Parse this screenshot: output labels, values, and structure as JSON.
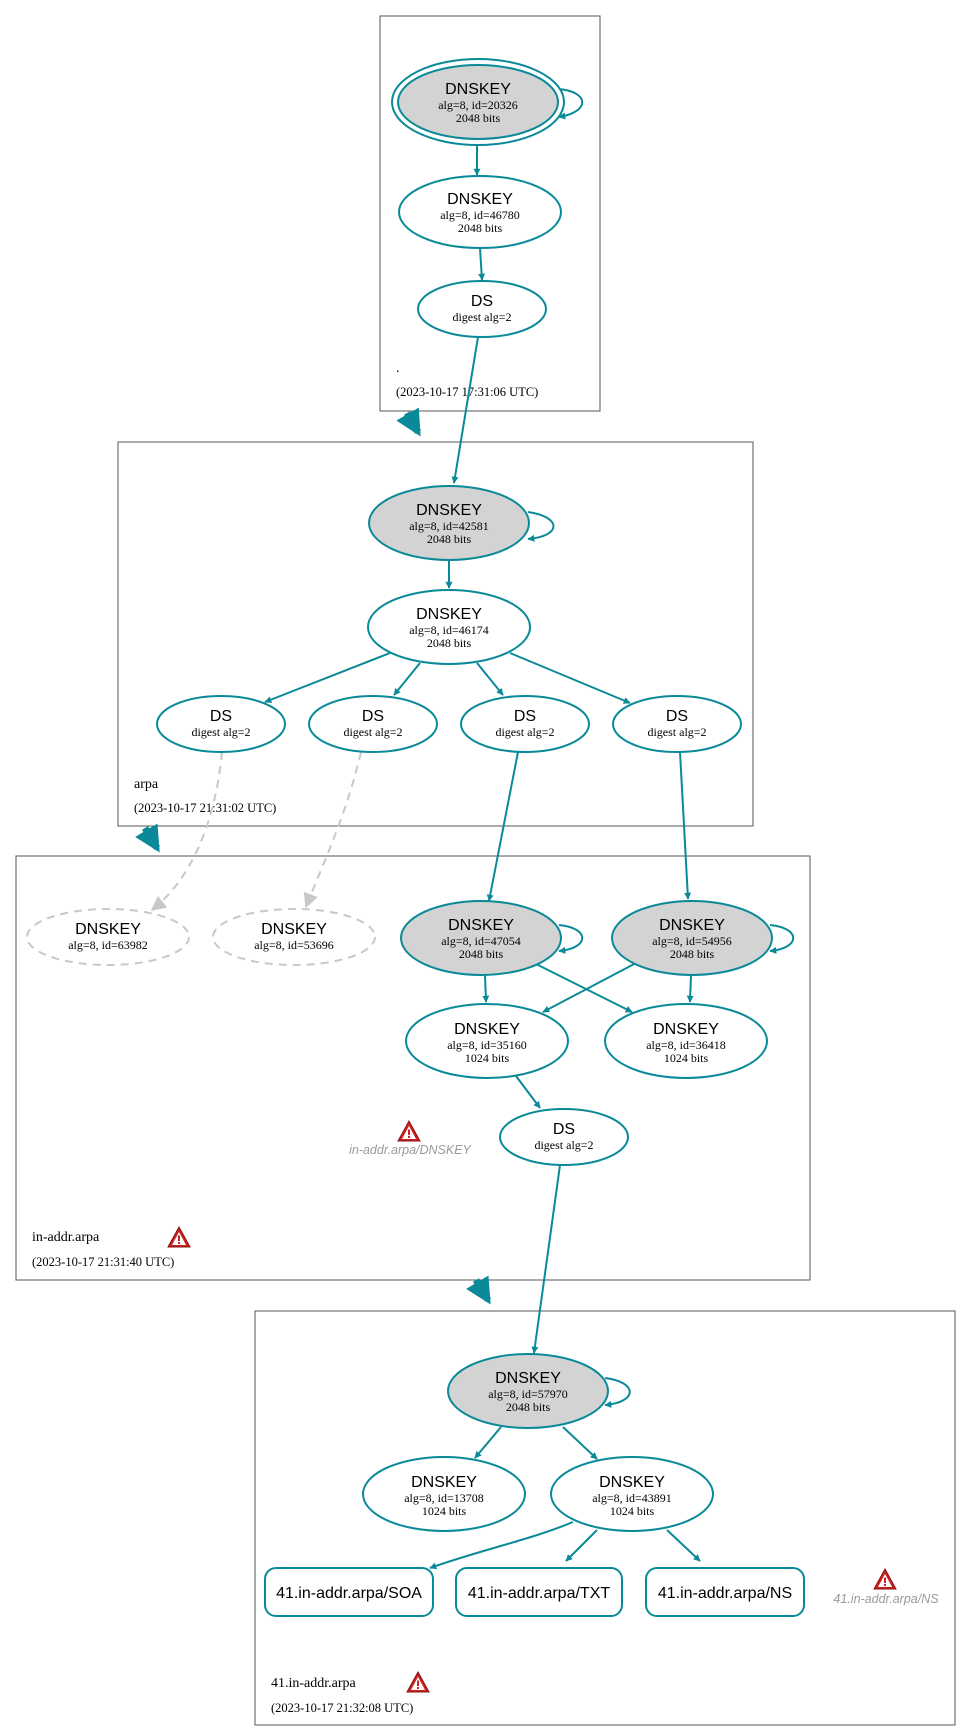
{
  "zones": {
    "root": {
      "name": ".",
      "timestamp": "(2023-10-17 17:31:06 UTC)"
    },
    "arpa": {
      "name": "arpa",
      "timestamp": "(2023-10-17 21:31:02 UTC)"
    },
    "in_addr": {
      "name": "in-addr.arpa",
      "timestamp": "(2023-10-17 21:31:40 UTC)"
    },
    "in_addr_41": {
      "name": "41.in-addr.arpa",
      "timestamp": "(2023-10-17 21:32:08 UTC)"
    }
  },
  "nodes": {
    "root_ksk": {
      "type": "DNSKEY",
      "detail": "alg=8, id=20326",
      "bits": "2048 bits"
    },
    "root_zsk": {
      "type": "DNSKEY",
      "detail": "alg=8, id=46780",
      "bits": "2048 bits"
    },
    "root_ds": {
      "type": "DS",
      "detail": "digest alg=2"
    },
    "arpa_ksk": {
      "type": "DNSKEY",
      "detail": "alg=8, id=42581",
      "bits": "2048 bits"
    },
    "arpa_zsk": {
      "type": "DNSKEY",
      "detail": "alg=8, id=46174",
      "bits": "2048 bits"
    },
    "arpa_ds1": {
      "type": "DS",
      "detail": "digest alg=2"
    },
    "arpa_ds2": {
      "type": "DS",
      "detail": "digest alg=2"
    },
    "arpa_ds3": {
      "type": "DS",
      "detail": "digest alg=2"
    },
    "arpa_ds4": {
      "type": "DS",
      "detail": "digest alg=2"
    },
    "inaddr_missing1": {
      "type": "DNSKEY",
      "detail": "alg=8, id=63982"
    },
    "inaddr_missing2": {
      "type": "DNSKEY",
      "detail": "alg=8, id=53696"
    },
    "inaddr_ksk1": {
      "type": "DNSKEY",
      "detail": "alg=8, id=47054",
      "bits": "2048 bits"
    },
    "inaddr_ksk2": {
      "type": "DNSKEY",
      "detail": "alg=8, id=54956",
      "bits": "2048 bits"
    },
    "inaddr_zsk1": {
      "type": "DNSKEY",
      "detail": "alg=8, id=35160",
      "bits": "1024 bits"
    },
    "inaddr_zsk2": {
      "type": "DNSKEY",
      "detail": "alg=8, id=36418",
      "bits": "1024 bits"
    },
    "inaddr_ds": {
      "type": "DS",
      "detail": "digest alg=2"
    },
    "z41_ksk": {
      "type": "DNSKEY",
      "detail": "alg=8, id=57970",
      "bits": "2048 bits"
    },
    "z41_zsk1": {
      "type": "DNSKEY",
      "detail": "alg=8, id=13708",
      "bits": "1024 bits"
    },
    "z41_zsk2": {
      "type": "DNSKEY",
      "detail": "alg=8, id=43891",
      "bits": "1024 bits"
    }
  },
  "rrsets": {
    "soa": "41.in-addr.arpa/SOA",
    "txt": "41.in-addr.arpa/TXT",
    "ns": "41.in-addr.arpa/NS"
  },
  "warnings": {
    "inaddr_dnskey": "in-addr.arpa/DNSKEY",
    "z41_ns": "41.in-addr.arpa/NS"
  },
  "colors": {
    "edge": "#0a8a98",
    "ksk_fill": "#d3d3d3",
    "ghost": "#c8c8c8",
    "warning": "#cc2222"
  }
}
